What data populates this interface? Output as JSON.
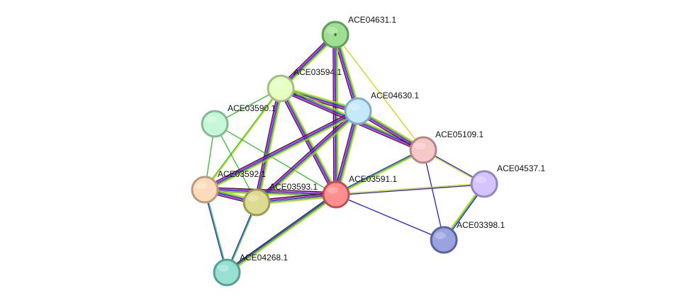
{
  "network": {
    "nodes": [
      {
        "id": "ACE04631.1",
        "label": "ACE04631.1",
        "fill": "#9fdf93",
        "stroke": "#5f9f57",
        "center_mark": true
      },
      {
        "id": "ACE03594.1",
        "label": "ACE03594.1",
        "fill": "#e6ffc2",
        "stroke": "#a3bf80"
      },
      {
        "id": "ACE04630.1",
        "label": "ACE04630.1",
        "fill": "#c4e9ff",
        "stroke": "#85acc2"
      },
      {
        "id": "ACE03590.1",
        "label": "ACE03590.1",
        "fill": "#c7f7d9",
        "stroke": "#86b897"
      },
      {
        "id": "ACE05109.1",
        "label": "ACE05109.1",
        "fill": "#f6c9c9",
        "stroke": "#b58787"
      },
      {
        "id": "ACE04537.1",
        "label": "ACE04537.1",
        "fill": "#d5c4fb",
        "stroke": "#9585c0"
      },
      {
        "id": "ACE03592.1",
        "label": "ACE03592.1",
        "fill": "#fcdbbb",
        "stroke": "#bc9a7c"
      },
      {
        "id": "ACE03593.1",
        "label": "ACE03593.1",
        "fill": "#dbdb91",
        "stroke": "#9c9c51"
      },
      {
        "id": "ACE03591.1",
        "label": "ACE03591.1",
        "fill": "#ff8f8f",
        "stroke": "#c05050"
      },
      {
        "id": "ACE03398.1",
        "label": "ACE03398.1",
        "fill": "#9aa3de",
        "stroke": "#5a63a0"
      },
      {
        "id": "ACE04268.1",
        "label": "ACE04268.1",
        "fill": "#97e0d2",
        "stroke": "#55a094"
      }
    ],
    "edges": [
      {
        "source": "ACE04631.1",
        "target": "ACE03594.1",
        "colors": [
          "#d4d400",
          "#2cbf2c",
          "#1f1fe0",
          "#e000e0",
          "#222222"
        ]
      },
      {
        "source": "ACE04631.1",
        "target": "ACE04630.1",
        "colors": [
          "#d4d400",
          "#2cbf2c",
          "#1f1fe0",
          "#e000e0",
          "#222222"
        ]
      },
      {
        "source": "ACE04631.1",
        "target": "ACE03591.1",
        "colors": [
          "#d4d400",
          "#2cbf2c",
          "#1f1fe0",
          "#e000e0",
          "#222222"
        ]
      },
      {
        "source": "ACE04631.1",
        "target": "ACE05109.1",
        "colors": [
          "#d4d400"
        ]
      },
      {
        "source": "ACE03594.1",
        "target": "ACE04630.1",
        "colors": [
          "#d4d400",
          "#2cbf2c",
          "#1f1fe0",
          "#e000e0",
          "#222222"
        ]
      },
      {
        "source": "ACE03594.1",
        "target": "ACE05109.1",
        "colors": [
          "#d4d400",
          "#2cbf2c",
          "#1f1fe0",
          "#e000e0",
          "#222222"
        ]
      },
      {
        "source": "ACE03594.1",
        "target": "ACE03591.1",
        "colors": [
          "#d4d400",
          "#2cbf2c",
          "#1f1fe0",
          "#e000e0",
          "#222222"
        ]
      },
      {
        "source": "ACE03594.1",
        "target": "ACE03593.1",
        "colors": [
          "#d4d400",
          "#2cbf2c",
          "#1f1fe0",
          "#e000e0",
          "#222222"
        ]
      },
      {
        "source": "ACE03594.1",
        "target": "ACE03592.1",
        "colors": [
          "#d4d400",
          "#2cbf2c"
        ]
      },
      {
        "source": "ACE03590.1",
        "target": "ACE03594.1",
        "colors": [
          "#2cbf2c"
        ]
      },
      {
        "source": "ACE03590.1",
        "target": "ACE03592.1",
        "colors": [
          "#2cbf2c"
        ]
      },
      {
        "source": "ACE03590.1",
        "target": "ACE03593.1",
        "colors": [
          "#2cbf2c"
        ]
      },
      {
        "source": "ACE03590.1",
        "target": "ACE03591.1",
        "colors": [
          "#2cbf2c"
        ]
      },
      {
        "source": "ACE04630.1",
        "target": "ACE05109.1",
        "colors": [
          "#d4d400",
          "#2cbf2c",
          "#1f1fe0",
          "#e000e0",
          "#222222"
        ]
      },
      {
        "source": "ACE04630.1",
        "target": "ACE03591.1",
        "colors": [
          "#d4d400",
          "#2cbf2c",
          "#1f1fe0",
          "#e000e0",
          "#222222"
        ]
      },
      {
        "source": "ACE04630.1",
        "target": "ACE03593.1",
        "colors": [
          "#d4d400",
          "#2cbf2c",
          "#1f1fe0",
          "#e000e0",
          "#222222"
        ]
      },
      {
        "source": "ACE04630.1",
        "target": "ACE03592.1",
        "colors": [
          "#d4d400",
          "#2cbf2c",
          "#1f1fe0",
          "#e000e0",
          "#222222"
        ]
      },
      {
        "source": "ACE05109.1",
        "target": "ACE03591.1",
        "colors": [
          "#d4d400",
          "#2cbf2c",
          "#1f1fe0"
        ]
      },
      {
        "source": "ACE05109.1",
        "target": "ACE04537.1",
        "colors": [
          "#1f1fe0",
          "#d4d400"
        ]
      },
      {
        "source": "ACE05109.1",
        "target": "ACE03398.1",
        "colors": [
          "#1f1fe0"
        ]
      },
      {
        "source": "ACE04537.1",
        "target": "ACE03398.1",
        "colors": [
          "#1f1fe0",
          "#2cbf2c",
          "#d4d400"
        ]
      },
      {
        "source": "ACE04537.1",
        "target": "ACE03591.1",
        "colors": [
          "#1f1fe0",
          "#d4d400"
        ]
      },
      {
        "source": "ACE03591.1",
        "target": "ACE03398.1",
        "colors": [
          "#1f1fe0"
        ]
      },
      {
        "source": "ACE03591.1",
        "target": "ACE03592.1",
        "colors": [
          "#d4d400",
          "#2cbf2c",
          "#1f1fe0",
          "#e000e0",
          "#222222"
        ]
      },
      {
        "source": "ACE03591.1",
        "target": "ACE03593.1",
        "colors": [
          "#d4d400",
          "#2cbf2c",
          "#1f1fe0",
          "#e000e0",
          "#222222"
        ]
      },
      {
        "source": "ACE03591.1",
        "target": "ACE04268.1",
        "colors": [
          "#d4d400",
          "#2cbf2c",
          "#1f1fe0",
          "#222222"
        ]
      },
      {
        "source": "ACE03592.1",
        "target": "ACE03593.1",
        "colors": [
          "#d4d400",
          "#2cbf2c",
          "#1f1fe0",
          "#e000e0",
          "#222222"
        ]
      },
      {
        "source": "ACE03592.1",
        "target": "ACE04268.1",
        "colors": [
          "#2cbf2c",
          "#1f1fe0"
        ]
      },
      {
        "source": "ACE03593.1",
        "target": "ACE04268.1",
        "colors": [
          "#2cbf2c",
          "#1f1fe0"
        ]
      }
    ]
  }
}
